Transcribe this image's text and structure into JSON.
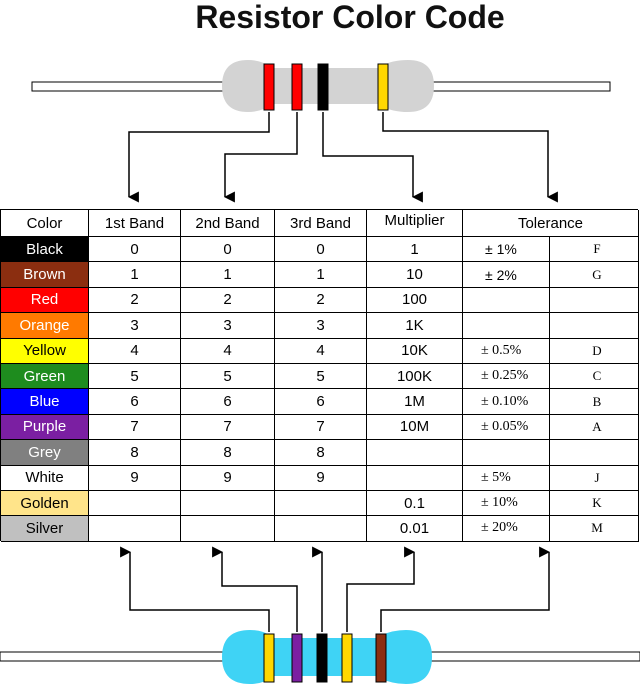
{
  "title": "Resistor Color Code",
  "headers": {
    "color": "Color",
    "band1": "1st Band",
    "band2": "2nd Band",
    "band3": "3rd Band",
    "multiplier": "Multiplier",
    "tolerance": "Tolerance"
  },
  "rows": [
    {
      "name": "Black",
      "bg": "#000000",
      "fg": "#ffffff",
      "b1": "0",
      "b2": "0",
      "b3": "0",
      "mult": "1",
      "tol": "± 1%",
      "code": "F"
    },
    {
      "name": "Brown",
      "bg": "#8b2e10",
      "fg": "#ffffff",
      "b1": "1",
      "b2": "1",
      "b3": "1",
      "mult": "10",
      "tol": "± 2%",
      "code": "G"
    },
    {
      "name": "Red",
      "bg": "#ff0000",
      "fg": "#ffffff",
      "b1": "2",
      "b2": "2",
      "b3": "2",
      "mult": "100",
      "tol": "",
      "code": ""
    },
    {
      "name": "Orange",
      "bg": "#ff7a00",
      "fg": "#ffffff",
      "b1": "3",
      "b2": "3",
      "b3": "3",
      "mult": "1K",
      "tol": "",
      "code": ""
    },
    {
      "name": "Yellow",
      "bg": "#ffff00",
      "fg": "#000000",
      "b1": "4",
      "b2": "4",
      "b3": "4",
      "mult": "10K",
      "tol": "± 0.5%",
      "code": "D"
    },
    {
      "name": "Green",
      "bg": "#1e8c1e",
      "fg": "#ffffff",
      "b1": "5",
      "b2": "5",
      "b3": "5",
      "mult": "100K",
      "tol": "± 0.25%",
      "code": "C"
    },
    {
      "name": "Blue",
      "bg": "#0000ff",
      "fg": "#ffffff",
      "b1": "6",
      "b2": "6",
      "b3": "6",
      "mult": "1M",
      "tol": "± 0.10%",
      "code": "B"
    },
    {
      "name": "Purple",
      "bg": "#7b1fa2",
      "fg": "#ffffff",
      "b1": "7",
      "b2": "7",
      "b3": "7",
      "mult": "10M",
      "tol": "± 0.05%",
      "code": "A"
    },
    {
      "name": "Grey",
      "bg": "#808080",
      "fg": "#ffffff",
      "b1": "8",
      "b2": "8",
      "b3": "8",
      "mult": "",
      "tol": "",
      "code": ""
    },
    {
      "name": "White",
      "bg": "#ffffff",
      "fg": "#000000",
      "b1": "9",
      "b2": "9",
      "b3": "9",
      "mult": "",
      "tol": "± 5%",
      "code": "J"
    },
    {
      "name": "Golden",
      "bg": "#ffe48a",
      "fg": "#000000",
      "b1": "",
      "b2": "",
      "b3": "",
      "mult": "0.1",
      "tol": "± 10%",
      "code": "K"
    },
    {
      "name": "Silver",
      "bg": "#c0c0c0",
      "fg": "#000000",
      "b1": "",
      "b2": "",
      "b3": "",
      "mult": "0.01",
      "tol": "± 20%",
      "code": "M"
    }
  ],
  "top_resistor": {
    "body_color": "#d3d3d3",
    "bands": [
      "#ff0000",
      "#ff0000",
      "#000000",
      "#ffd700"
    ]
  },
  "bottom_resistor": {
    "body_color": "#3fd3f5",
    "bands": [
      "#ffd700",
      "#7b1fa2",
      "#000000",
      "#ffd700",
      "#8b2e10"
    ]
  }
}
